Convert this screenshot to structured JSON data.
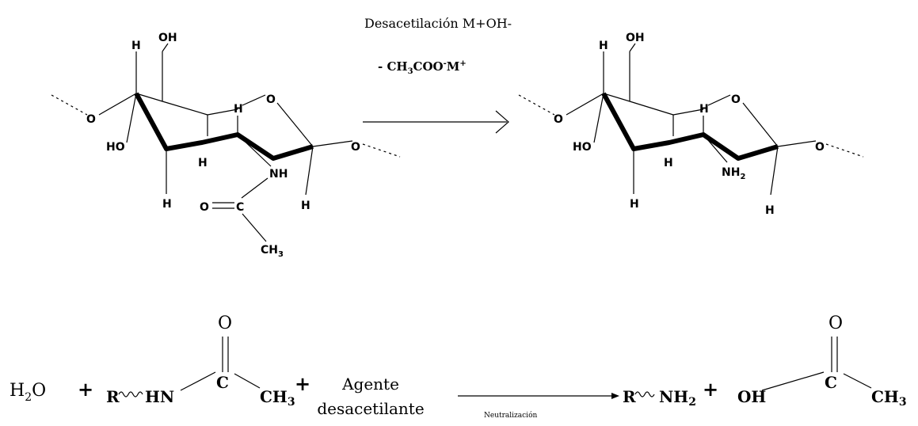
{
  "reaction1": {
    "condition_top": "Desacetilación M+OH-",
    "condition_bottom": {
      "prefix": "- CH",
      "sub3": "3",
      "mid": "COO",
      "minus": "-",
      "metal": "M",
      "plus": "+"
    },
    "reactant": {
      "ring_atoms": {
        "o_link_left": "O",
        "h_top": "H",
        "oh_top": "OH",
        "h_ring": "H",
        "o_ring": "O",
        "ho_left": "HO",
        "h_mid": "H",
        "h_lower": "H",
        "o_link_right": "O",
        "nh": "NH",
        "h_right": "H"
      },
      "acetyl": {
        "o": "O",
        "c": "C",
        "ch": "CH",
        "sub3": "3"
      }
    },
    "product": {
      "ring_atoms": {
        "o_link_left": "O",
        "h_top": "H",
        "oh_top": "OH",
        "h_ring": "H",
        "o_ring": "O",
        "ho_left": "HO",
        "h_mid": "H",
        "h_lower": "H",
        "o_link_right": "O",
        "h_right": "H"
      },
      "amine": {
        "nh": "NH",
        "sub2": "2"
      }
    }
  },
  "reaction2": {
    "water": {
      "h": "H",
      "sub2": "2",
      "o": "O"
    },
    "plus1": "+",
    "amide": {
      "r": "R",
      "hn": "HN",
      "c": "C",
      "o": "O",
      "ch": "CH",
      "sub3": "3"
    },
    "plus2": "+",
    "agent_line1": "Agente",
    "agent_line2": "desacetilante",
    "arrow_label": "Neutralización",
    "amine": {
      "r": "R",
      "nh": "NH",
      "sub2": "2"
    },
    "plus3": "+",
    "acid": {
      "oh": "OH",
      "c": "C",
      "o": "O",
      "ch": "CH",
      "sub3": "3"
    }
  },
  "colors": {
    "agent_text": "#b8703a",
    "ink": "#000000"
  }
}
